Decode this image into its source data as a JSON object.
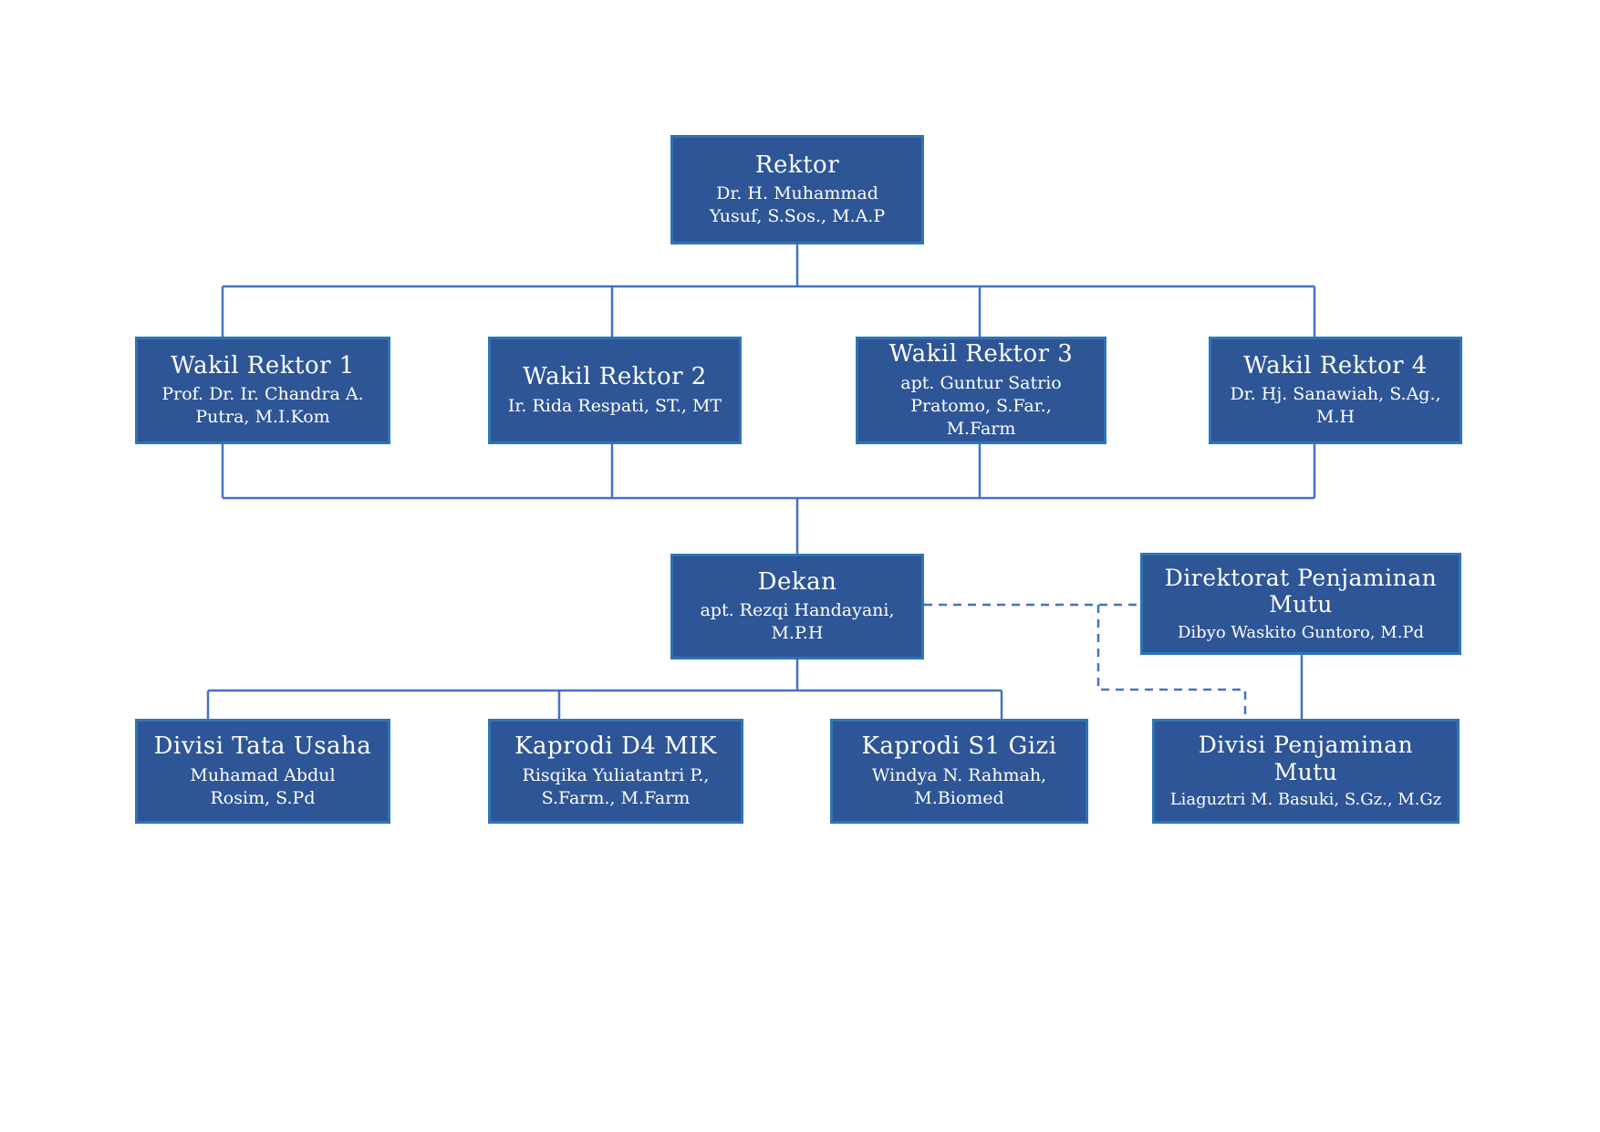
{
  "chart_style": {
    "background": "#ffffff",
    "box_fill": "#2E5596",
    "box_border": "#2E75B6",
    "connector_color": "#4472C4",
    "text_color": "#ffffff"
  },
  "nodes": [
    {
      "id": "rektor",
      "title": "Rektor",
      "name": "Dr. H. Muhammad Yusuf, S.Sos., M.A.P"
    },
    {
      "id": "wakil-rektor-1",
      "title": "Wakil Rektor 1",
      "name": "Prof. Dr. Ir. Chandra A. Putra, M.I.Kom"
    },
    {
      "id": "wakil-rektor-2",
      "title": "Wakil Rektor 2",
      "name": "Ir. Rida Respati, ST., MT"
    },
    {
      "id": "wakil-rektor-3",
      "title": "Wakil Rektor 3",
      "name": "apt. Guntur Satrio Pratomo, S.Far., M.Farm"
    },
    {
      "id": "wakil-rektor-4",
      "title": "Wakil Rektor 4",
      "name": "Dr. Hj. Sanawiah, S.Ag., M.H"
    },
    {
      "id": "dekan",
      "title": "Dekan",
      "name": "apt. Rezqi Handayani, M.P.H"
    },
    {
      "id": "direktorat-penjaminan-mutu",
      "title": "Direktorat Penjaminan Mutu",
      "name": "Dibyo Waskito Guntoro, M.Pd"
    },
    {
      "id": "divisi-tata-usaha",
      "title": "Divisi Tata Usaha",
      "name": "Muhamad Abdul Rosim, S.Pd"
    },
    {
      "id": "kaprodi-d4-mik",
      "title": "Kaprodi D4 MIK",
      "name": "Risqika Yuliatantri P., S.Farm., M.Farm"
    },
    {
      "id": "kaprodi-s1-gizi",
      "title": "Kaprodi S1 Gizi",
      "name": "Windya N. Rahmah, M.Biomed"
    },
    {
      "id": "divisi-penjaminan-mutu",
      "title": "Divisi Penjaminan Mutu",
      "name": "Liaguztri M. Basuki, S.Gz., M.Gz"
    }
  ]
}
